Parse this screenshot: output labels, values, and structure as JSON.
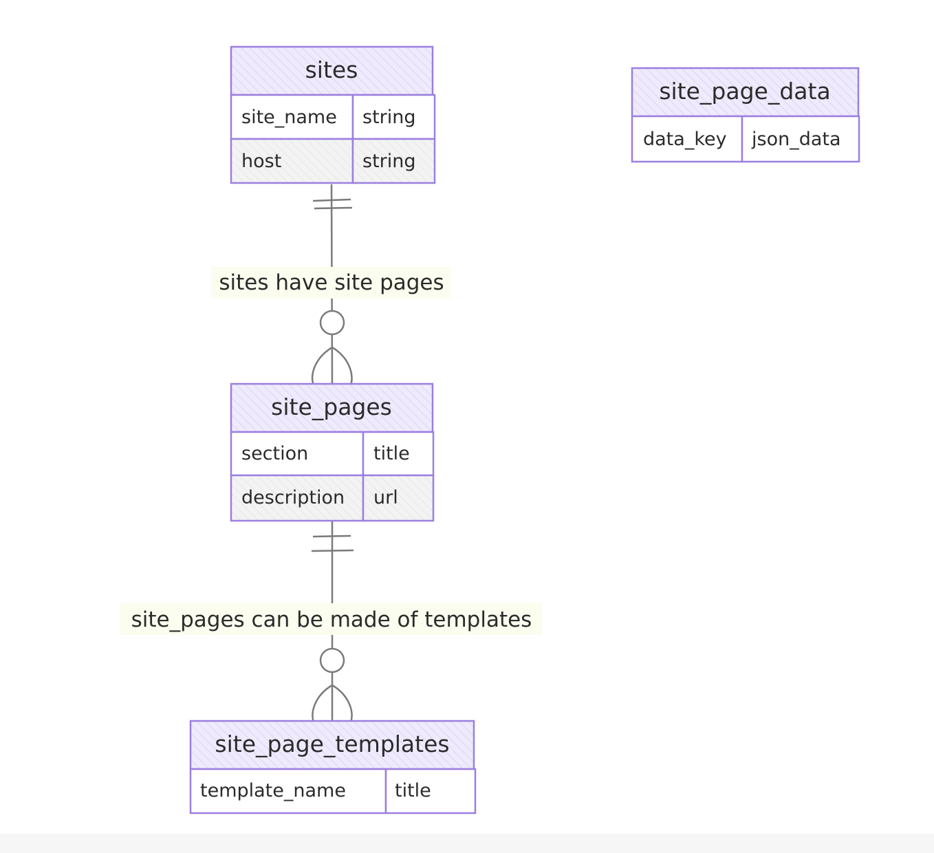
{
  "entities": {
    "sites": {
      "title": "sites",
      "attributes": [
        {
          "name": "site_name",
          "type": "string"
        },
        {
          "name": "host",
          "type": "string"
        }
      ]
    },
    "site_page_data": {
      "title": "site_page_data",
      "attributes": [
        {
          "name": "data_key",
          "type": "json_data"
        }
      ]
    },
    "site_pages": {
      "title": "site_pages",
      "attributes": [
        {
          "name": "section",
          "type": "title"
        },
        {
          "name": "description",
          "type": "url"
        }
      ]
    },
    "site_page_templates": {
      "title": "site_page_templates",
      "attributes": [
        {
          "name": "template_name",
          "type": "title"
        }
      ]
    }
  },
  "relationships": [
    {
      "from": "sites",
      "to": "site_pages",
      "from_cardinality": "exactly-one",
      "to_cardinality": "zero-or-more",
      "label": "sites have site pages"
    },
    {
      "from": "site_pages",
      "to": "site_page_templates",
      "from_cardinality": "exactly-one",
      "to_cardinality": "zero-or-more",
      "label": "site_pages can be made of templates"
    }
  ],
  "colors": {
    "entity_border": "#9b7fe0",
    "header_fill": "#ebe7fb",
    "row_fill_light": "#ffffff",
    "row_fill_grey": "#f1f1f1",
    "line": "#7a7a7a",
    "label_bg": "#fbfdef",
    "text": "#2b2b2b"
  }
}
